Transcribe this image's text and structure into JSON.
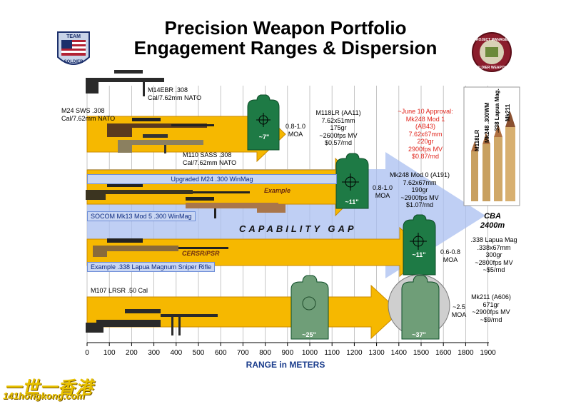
{
  "title": {
    "line1": "Precision Weapon Portfolio",
    "line2": "Engagement Ranges & Dispersion"
  },
  "logos": {
    "left": {
      "line1": "TEAM",
      "line2": "SOLDIER"
    },
    "right": {
      "line1": "PROJECT MANAGER",
      "line2": "SOLDIER WEAPONS"
    }
  },
  "weapons": {
    "m14ebr": {
      "line1": "M14EBR .308",
      "line2": "Cal/7.62mm NATO"
    },
    "m24": {
      "line1": "M24 SWS .308",
      "line2": "Cal/7.62mm NATO"
    },
    "m110": {
      "line1": "M110 SASS .308",
      "line2": "Cal/7.62mm NATO"
    },
    "m24_upgrade": "Upgraded M24 .300 WinMag",
    "example": "Example",
    "socom": "SOCOM Mk13 Mod 5 .300 WinMag",
    "cersr": "CERSR/PSR",
    "lapua_rifle": "Example .338 Lapua Magnum Sniper Rifle",
    "m107": "M107 LRSR .50 Cal"
  },
  "targets": [
    {
      "label": "~7\"",
      "range_m": 800
    },
    {
      "label": "~11\"",
      "range_m": 1200
    },
    {
      "label": "~11\"",
      "range_m": 1500
    },
    {
      "label": "~25\"",
      "range_m": 1000
    },
    {
      "label": "~37\"",
      "range_m": 1500
    }
  ],
  "moa": {
    "m118": {
      "line1": "0.8-1.0",
      "line2": "MOA"
    },
    "mk248_0": {
      "line1": "0.8-1.0",
      "line2": "MOA"
    },
    "lapua": {
      "line1": "0.6-0.8",
      "line2": "MOA"
    },
    "mk211": {
      "line1": "~2.5",
      "line2": "MOA"
    }
  },
  "ammo": {
    "m118lr": [
      "M118LR (AA11)",
      "7.62x51mm",
      "175gr",
      "~2600fps MV",
      "$0.57/rnd"
    ],
    "mk248_mod1": [
      "~June 10 Approval:",
      "Mk248 Mod 1",
      "(AB43)",
      "7.62x67mm",
      "220gr",
      "2900fps MV",
      "$0.87/rnd"
    ],
    "mk248_mod0": [
      "Mk248 Mod 0 (A191)",
      "7.62x67mm",
      "190gr",
      "~2900fps MV",
      "$1.07/rnd"
    ],
    "lapua": [
      ".338 Lapua Mag",
      ".338x67mm",
      "300gr",
      "~2800fps MV",
      "~$5/rnd"
    ],
    "mk211": [
      "Mk211 (A606)",
      "671gr",
      "~2900fps MV",
      "~$9/rnd"
    ]
  },
  "cartridge_labels": [
    "M118LR",
    "Mk248 .300WM",
    ".338 Lapua Mag.",
    "Mk211"
  ],
  "capability_gap": "CAPABILITY GAP",
  "cba": {
    "line1": "CBA",
    "line2": "2400m"
  },
  "axis": {
    "title": "RANGE in METERS",
    "ticks": [
      "0",
      "100",
      "200",
      "300",
      "400",
      "500",
      "600",
      "700",
      "800",
      "900",
      "1000",
      "1100",
      "1200",
      "1300",
      "1400",
      "1500",
      "1600",
      "1800",
      "1900"
    ]
  },
  "watermark": {
    "line1": "一世一香港",
    "line2": "141hongkong.com"
  },
  "colors": {
    "arrow": "#f6b800",
    "arrow_border": "#c98a00",
    "gap_arrow": "#a9bff0",
    "target": "#1e7a45",
    "target_big": "#6f9e78",
    "disc": "#cfcfcf",
    "approval_text": "#e0241b",
    "axis_title": "#1a3c8c"
  }
}
